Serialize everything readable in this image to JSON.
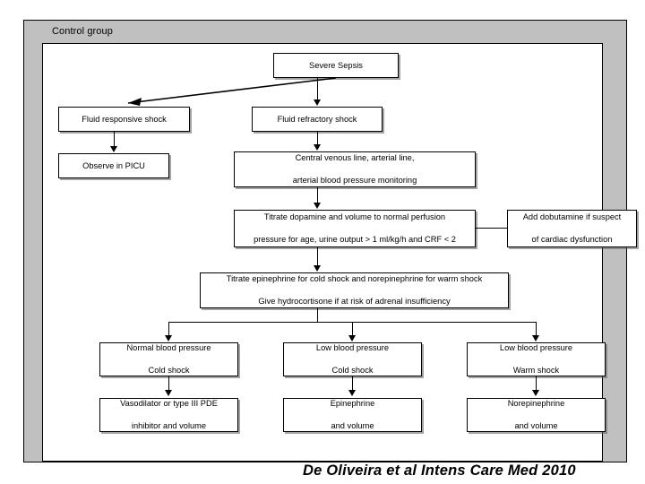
{
  "panel": {
    "title": "Control group",
    "background_color": "#c0c0c0",
    "border_color": "#000000",
    "canvas_color": "#ffffff"
  },
  "citation": "De Oliveira et al Intens Care Med 2010",
  "chart_data": {
    "type": "diagram",
    "title": "Control group",
    "diagram_kind": "clinical-algorithm-flowchart",
    "nodes": [
      {
        "id": "severe-sepsis",
        "label": "Severe Sepsis"
      },
      {
        "id": "fluid-responsive",
        "label": "Fluid responsive shock"
      },
      {
        "id": "fluid-refractory",
        "label": "Fluid refractory shock"
      },
      {
        "id": "observe-picu",
        "label": "Observe in PICU"
      },
      {
        "id": "central-lines",
        "line1": "Central venous line, arterial line,",
        "line2": "arterial blood pressure monitoring"
      },
      {
        "id": "titrate-dopamine",
        "line1": "Titrate dopamine and volume to normal perfusion",
        "line2": "pressure for age, urine output > 1 ml/kg/h and CRF < 2"
      },
      {
        "id": "add-dobutamine",
        "line1": "Add dobutamine if suspect",
        "line2": "of cardiac dysfunction"
      },
      {
        "id": "titrate-epinephrine",
        "line1": "Titrate epinephrine for cold shock and norepinephrine for warm shock",
        "line2": "Give hydrocortisone if at risk of adrenal insufficiency"
      },
      {
        "id": "normal-bp-cold",
        "line1": "Normal blood pressure",
        "line2": "Cold shock"
      },
      {
        "id": "low-bp-cold",
        "line1": "Low blood pressure",
        "line2": "Cold shock"
      },
      {
        "id": "low-bp-warm",
        "line1": "Low blood pressure",
        "line2": "Warm shock"
      },
      {
        "id": "vasodilator",
        "line1": "Vasodilator or type III PDE",
        "line2": "inhibitor and volume"
      },
      {
        "id": "epinephrine",
        "line1": "Epinephrine",
        "line2": "and volume"
      },
      {
        "id": "norepinephrine",
        "line1": "Norepinephrine",
        "line2": "and volume"
      }
    ],
    "edges": [
      {
        "from": "severe-sepsis",
        "to": "fluid-responsive",
        "style": "diagonal-arrow"
      },
      {
        "from": "severe-sepsis",
        "to": "fluid-refractory",
        "style": "arrow"
      },
      {
        "from": "fluid-responsive",
        "to": "observe-picu",
        "style": "arrow"
      },
      {
        "from": "fluid-refractory",
        "to": "central-lines",
        "style": "arrow"
      },
      {
        "from": "central-lines",
        "to": "titrate-dopamine",
        "style": "arrow"
      },
      {
        "from": "titrate-dopamine",
        "to": "add-dobutamine",
        "style": "line"
      },
      {
        "from": "titrate-dopamine",
        "to": "titrate-epinephrine",
        "style": "arrow"
      },
      {
        "from": "titrate-epinephrine",
        "to": "normal-bp-cold",
        "style": "arrow"
      },
      {
        "from": "titrate-epinephrine",
        "to": "low-bp-cold",
        "style": "arrow"
      },
      {
        "from": "titrate-epinephrine",
        "to": "low-bp-warm",
        "style": "arrow"
      },
      {
        "from": "normal-bp-cold",
        "to": "vasodilator",
        "style": "arrow"
      },
      {
        "from": "low-bp-cold",
        "to": "epinephrine",
        "style": "arrow"
      },
      {
        "from": "low-bp-warm",
        "to": "norepinephrine",
        "style": "arrow"
      }
    ]
  }
}
